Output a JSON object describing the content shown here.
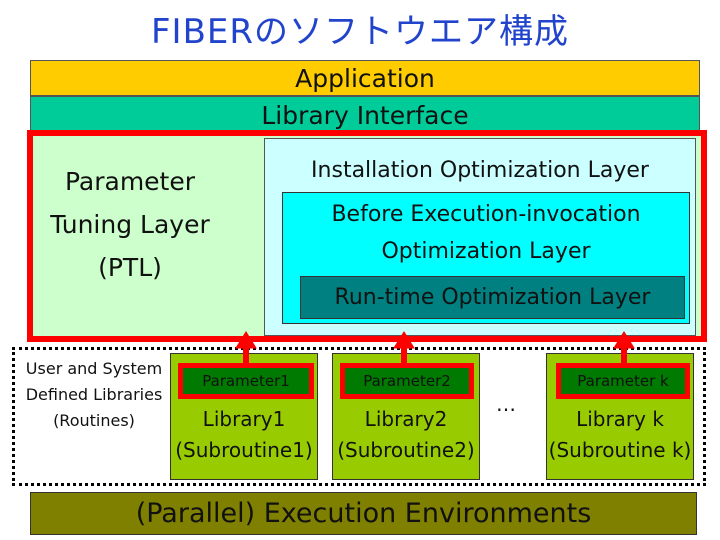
{
  "title": "FIBERのソフトウエア構成",
  "layers": {
    "application": "Application",
    "library_interface": "Library Interface",
    "ptl": [
      "Parameter",
      "Tuning Layer",
      "(PTL)"
    ],
    "installation": "Installation Optimization Layer",
    "before_execution": [
      "Before Execution-invocation",
      "Optimization Layer"
    ],
    "runtime": "Run-time Optimization Layer",
    "execution_env": "(Parallel) Execution Environments"
  },
  "libraries_label": [
    "User and System",
    "Defined Libraries",
    "(Routines)"
  ],
  "libraries": [
    {
      "param": "Parameter1",
      "name": "Library1",
      "sub": "(Subroutine1)"
    },
    {
      "param": "Parameter2",
      "name": "Library2",
      "sub": "(Subroutine2)"
    },
    {
      "param": "Parameter k",
      "name": "Library k",
      "sub": "(Subroutine k)"
    }
  ],
  "ellipsis": "…",
  "colors": {
    "title": "#2244cc",
    "highlight": "#ff0000",
    "application": "#ffcc00",
    "library_interface": "#00cc99"
  }
}
